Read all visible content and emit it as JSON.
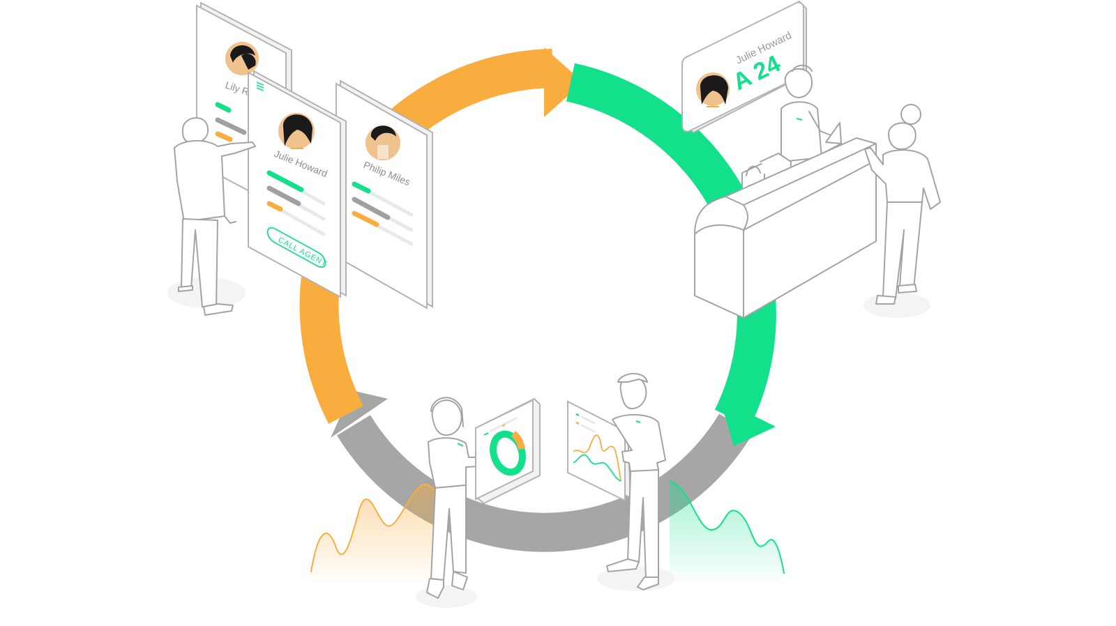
{
  "colors": {
    "orange": "#f9ad3f",
    "green": "#12e08a",
    "gray": "#a6a6a6",
    "outline": "#a3a3a3",
    "skin": "#f0c28e"
  },
  "cards": {
    "back_name": "Lily Rus",
    "front_name": "Julie Howard",
    "right_name": "Philip Miles",
    "call_button": "CALL AGENT"
  },
  "display_board": {
    "name": "Julie Howard",
    "ticket": "A 24"
  },
  "icons": [
    "menu-icon",
    "avatar-icon",
    "donut-chart-icon",
    "line-chart-icon",
    "shopping-bag-icon",
    "laptop-icon"
  ]
}
